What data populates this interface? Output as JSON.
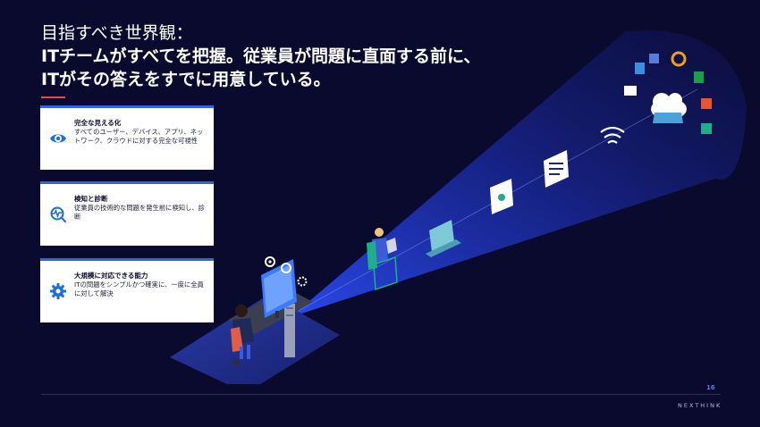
{
  "title": {
    "line1": "目指すべき世界観：",
    "line2": "ITチームがすべてを把握。従業員が問題に直面する前に、",
    "line3": "ITがその答えをすでに用意している。"
  },
  "cards": [
    {
      "title": "完全な見える化",
      "body": "すべてのユーザー、デバイス、アプリ、ネットワーク、クラウドに対する完全な可視性",
      "icon": "eye-icon"
    },
    {
      "title": "検知と診断",
      "body": "従業員の技術的な問題を発生前に検知し、診断",
      "icon": "pulse-search-icon"
    },
    {
      "title": "大規模に対応できる能力",
      "body": "ITの問題をシンプルかつ確実に、一度に全員に対して解決",
      "icon": "gear-icon"
    }
  ],
  "footer": {
    "page_number": "16",
    "brand": "NEXTHINK"
  },
  "colors": {
    "background": "#0a0a2e",
    "accent": "#e5484d",
    "brand_blue": "#2f63e6",
    "icon_blue": "#1e6fd9"
  }
}
